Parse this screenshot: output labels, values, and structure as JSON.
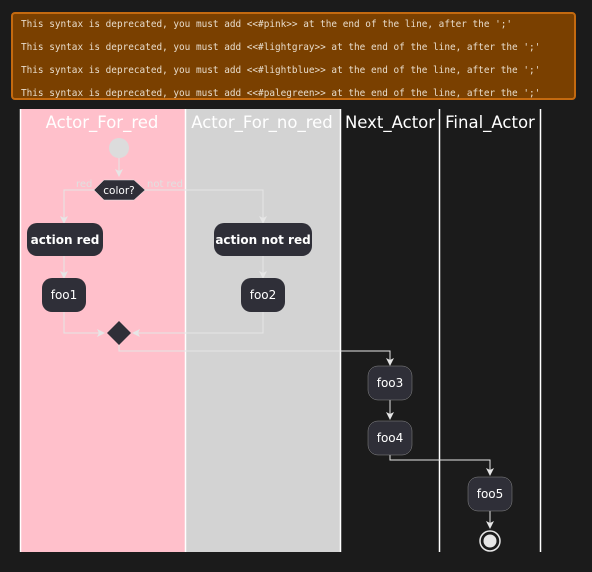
{
  "warnings": [
    "This syntax is deprecated, you must add <<#pink>> at the end of the line, after the ';'",
    "This syntax is deprecated, you must add <<#lightgray>> at the end of the line, after the ';'",
    "This syntax is deprecated, you must add <<#lightblue>> at the end of the line, after the ';'",
    "This syntax is deprecated, you must add <<#palegreen>> at the end of the line, after the ';'"
  ],
  "lanes": [
    {
      "name": "Actor_For_red",
      "color": "#ffc0cb"
    },
    {
      "name": "Actor_For_no_red",
      "color": "#d3d3d3"
    },
    {
      "name": "Next_Actor",
      "color": "#1b1b1b"
    },
    {
      "name": "Final_Actor",
      "color": "#1b1b1b"
    }
  ],
  "decision": {
    "label": "color?",
    "yes_label": "red",
    "no_label": "not red"
  },
  "actions": {
    "action_red": "action red",
    "action_not_red": "action not red",
    "foo1": "foo1",
    "foo2": "foo2",
    "foo3": "foo3",
    "foo4": "foo4",
    "foo5": "foo5"
  },
  "colors": {
    "node_fill": "#2f2f38",
    "line": "#e6e6e6",
    "warning_bg": "#7a4000",
    "warning_border": "#c46a10"
  }
}
